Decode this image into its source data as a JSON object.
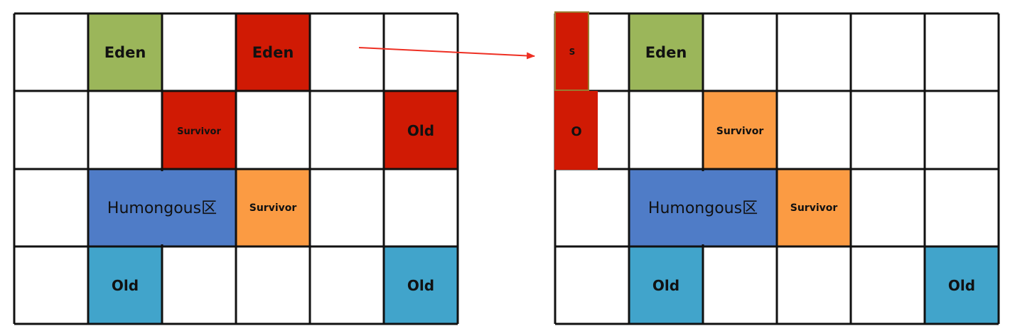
{
  "colors": {
    "eden_green": "#9BB65A",
    "reclaim_red": "#D01A04",
    "survivor_orange": "#FB9B43",
    "humongous_blue": "#4F7CC7",
    "old_blue": "#41A4CB",
    "grid_line": "#111111",
    "arrow_red": "#EE2F23",
    "cell_outline": "#7A6A2A"
  },
  "left_heap": {
    "regions": [
      {
        "label": "Eden",
        "kind": "eden"
      },
      {
        "label": "Eden",
        "kind": "reclaim"
      },
      {
        "label": "Survivor",
        "kind": "reclaim"
      },
      {
        "label": "Old",
        "kind": "reclaim"
      },
      {
        "label": "Humongous区",
        "kind": "humongous"
      },
      {
        "label": "Survivor",
        "kind": "survivor"
      },
      {
        "label": "Old",
        "kind": "old"
      },
      {
        "label": "Old",
        "kind": "old"
      }
    ]
  },
  "right_heap": {
    "regions": [
      {
        "label": "S",
        "kind": "reclaim"
      },
      {
        "label": "O",
        "kind": "reclaim"
      },
      {
        "label": "Eden",
        "kind": "eden"
      },
      {
        "label": "Survivor",
        "kind": "survivor"
      },
      {
        "label": "Humongous区",
        "kind": "humongous"
      },
      {
        "label": "Survivor",
        "kind": "survivor"
      },
      {
        "label": "Old",
        "kind": "old"
      },
      {
        "label": "Old",
        "kind": "old"
      }
    ]
  }
}
